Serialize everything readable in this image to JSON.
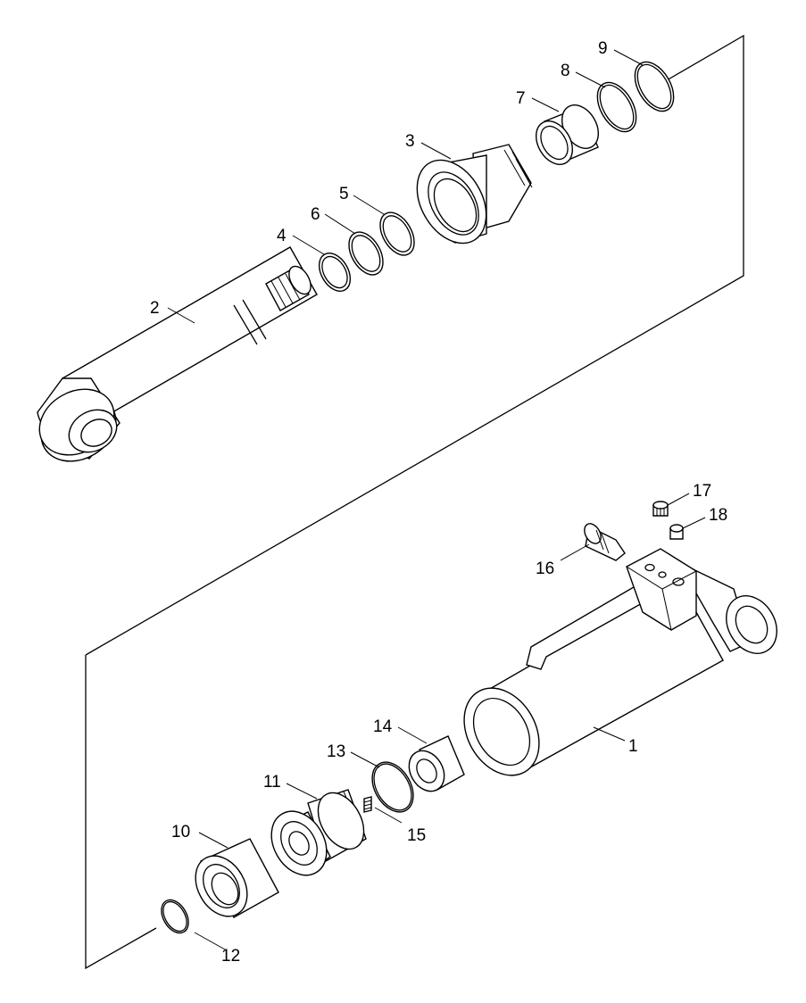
{
  "diagram": {
    "parts": [
      {
        "id": "1",
        "label": "1"
      },
      {
        "id": "2",
        "label": "2"
      },
      {
        "id": "3",
        "label": "3"
      },
      {
        "id": "4",
        "label": "4"
      },
      {
        "id": "5",
        "label": "5"
      },
      {
        "id": "6",
        "label": "6"
      },
      {
        "id": "7",
        "label": "7"
      },
      {
        "id": "8",
        "label": "8"
      },
      {
        "id": "9",
        "label": "9"
      },
      {
        "id": "10",
        "label": "10"
      },
      {
        "id": "11",
        "label": "11"
      },
      {
        "id": "12",
        "label": "12"
      },
      {
        "id": "13",
        "label": "13"
      },
      {
        "id": "14",
        "label": "14"
      },
      {
        "id": "15",
        "label": "15"
      },
      {
        "id": "16",
        "label": "16"
      },
      {
        "id": "17",
        "label": "17"
      },
      {
        "id": "18",
        "label": "18"
      }
    ]
  }
}
